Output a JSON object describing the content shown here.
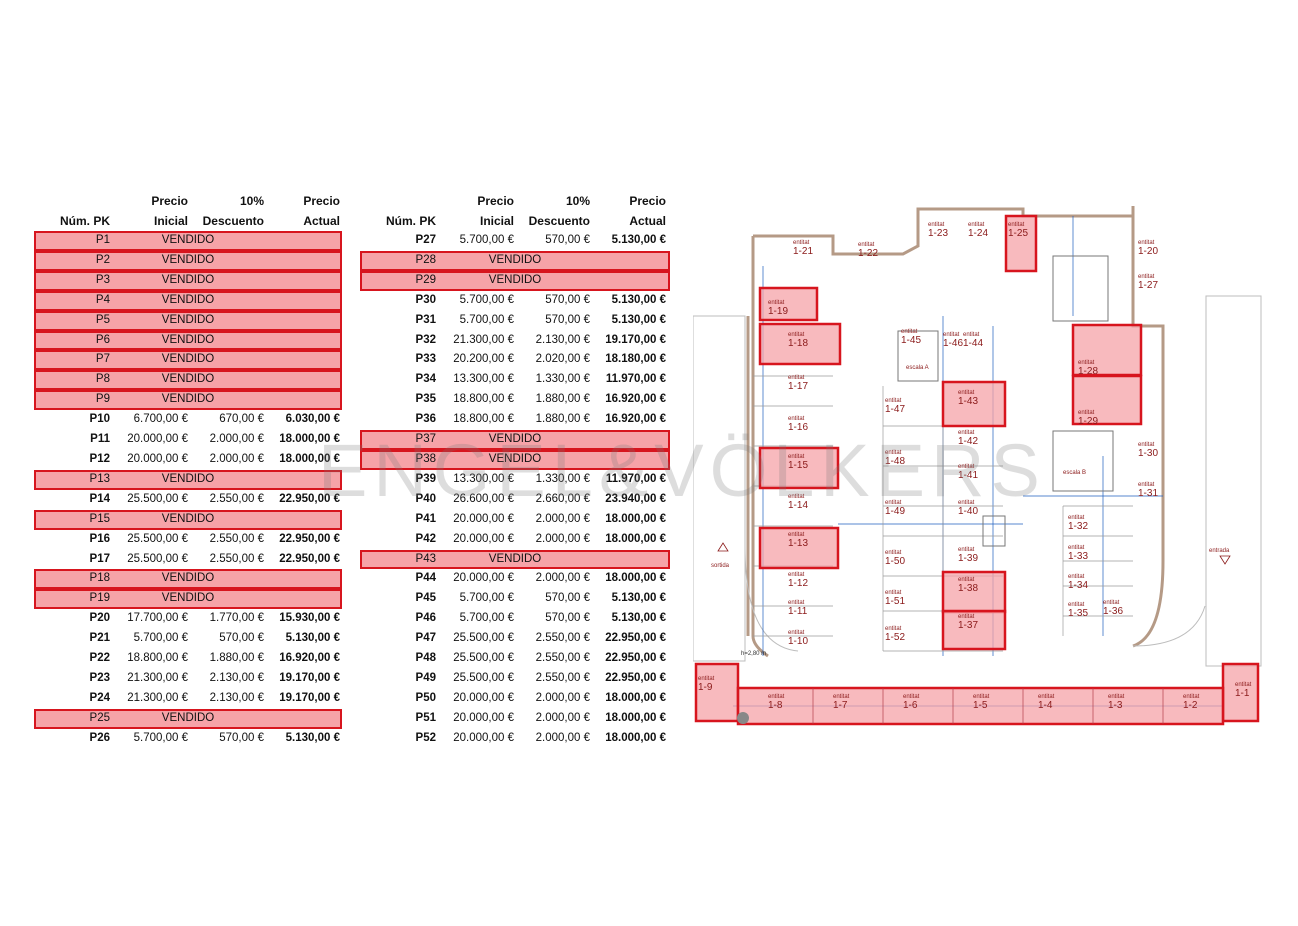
{
  "headers": {
    "num": "Núm. PK",
    "inicial_1": "Precio",
    "inicial_2": "Inicial",
    "descuento_1": "10%",
    "descuento_2": "Descuento",
    "actual_1": "Precio",
    "actual_2": "Actual"
  },
  "sold_label": "VENDIDO",
  "left_rows": [
    {
      "num": "P1",
      "sold": true
    },
    {
      "num": "P2",
      "sold": true
    },
    {
      "num": "P3",
      "sold": true
    },
    {
      "num": "P4",
      "sold": true
    },
    {
      "num": "P5",
      "sold": true
    },
    {
      "num": "P6",
      "sold": true
    },
    {
      "num": "P7",
      "sold": true
    },
    {
      "num": "P8",
      "sold": true
    },
    {
      "num": "P9",
      "sold": true
    },
    {
      "num": "P10",
      "inicial": "6.700,00 €",
      "descuento": "670,00 €",
      "actual": "6.030,00 €"
    },
    {
      "num": "P11",
      "inicial": "20.000,00 €",
      "descuento": "2.000,00 €",
      "actual": "18.000,00 €"
    },
    {
      "num": "P12",
      "inicial": "20.000,00 €",
      "descuento": "2.000,00 €",
      "actual": "18.000,00 €"
    },
    {
      "num": "P13",
      "sold": true
    },
    {
      "num": "P14",
      "inicial": "25.500,00 €",
      "descuento": "2.550,00 €",
      "actual": "22.950,00 €"
    },
    {
      "num": "P15",
      "sold": true
    },
    {
      "num": "P16",
      "inicial": "25.500,00 €",
      "descuento": "2.550,00 €",
      "actual": "22.950,00 €"
    },
    {
      "num": "P17",
      "inicial": "25.500,00 €",
      "descuento": "2.550,00 €",
      "actual": "22.950,00 €"
    },
    {
      "num": "P18",
      "sold": true
    },
    {
      "num": "P19",
      "sold": true
    },
    {
      "num": "P20",
      "inicial": "17.700,00 €",
      "descuento": "1.770,00 €",
      "actual": "15.930,00 €"
    },
    {
      "num": "P21",
      "inicial": "5.700,00 €",
      "descuento": "570,00 €",
      "actual": "5.130,00 €"
    },
    {
      "num": "P22",
      "inicial": "18.800,00 €",
      "descuento": "1.880,00 €",
      "actual": "16.920,00 €"
    },
    {
      "num": "P23",
      "inicial": "21.300,00 €",
      "descuento": "2.130,00 €",
      "actual": "19.170,00 €"
    },
    {
      "num": "P24",
      "inicial": "21.300,00 €",
      "descuento": "2.130,00 €",
      "actual": "19.170,00 €"
    },
    {
      "num": "P25",
      "sold": true
    },
    {
      "num": "P26",
      "inicial": "5.700,00 €",
      "descuento": "570,00 €",
      "actual": "5.130,00 €"
    }
  ],
  "right_rows": [
    {
      "num": "P27",
      "inicial": "5.700,00 €",
      "descuento": "570,00 €",
      "actual": "5.130,00 €"
    },
    {
      "num": "P28",
      "sold": true
    },
    {
      "num": "P29",
      "sold": true
    },
    {
      "num": "P30",
      "inicial": "5.700,00 €",
      "descuento": "570,00 €",
      "actual": "5.130,00 €"
    },
    {
      "num": "P31",
      "inicial": "5.700,00 €",
      "descuento": "570,00 €",
      "actual": "5.130,00 €"
    },
    {
      "num": "P32",
      "inicial": "21.300,00 €",
      "descuento": "2.130,00 €",
      "actual": "19.170,00 €"
    },
    {
      "num": "P33",
      "inicial": "20.200,00 €",
      "descuento": "2.020,00 €",
      "actual": "18.180,00 €"
    },
    {
      "num": "P34",
      "inicial": "13.300,00 €",
      "descuento": "1.330,00 €",
      "actual": "11.970,00 €"
    },
    {
      "num": "P35",
      "inicial": "18.800,00 €",
      "descuento": "1.880,00 €",
      "actual": "16.920,00 €"
    },
    {
      "num": "P36",
      "inicial": "18.800,00 €",
      "descuento": "1.880,00 €",
      "actual": "16.920,00 €"
    },
    {
      "num": "P37",
      "sold": true
    },
    {
      "num": "P38",
      "sold": true
    },
    {
      "num": "P39",
      "inicial": "13.300,00 €",
      "descuento": "1.330,00 €",
      "actual": "11.970,00 €"
    },
    {
      "num": "P40",
      "inicial": "26.600,00 €",
      "descuento": "2.660,00 €",
      "actual": "23.940,00 €"
    },
    {
      "num": "P41",
      "inicial": "20.000,00 €",
      "descuento": "2.000,00 €",
      "actual": "18.000,00 €"
    },
    {
      "num": "P42",
      "inicial": "20.000,00 €",
      "descuento": "2.000,00 €",
      "actual": "18.000,00 €"
    },
    {
      "num": "P43",
      "sold": true
    },
    {
      "num": "P44",
      "inicial": "20.000,00 €",
      "descuento": "2.000,00 €",
      "actual": "18.000,00 €"
    },
    {
      "num": "P45",
      "inicial": "5.700,00 €",
      "descuento": "570,00 €",
      "actual": "5.130,00 €"
    },
    {
      "num": "P46",
      "inicial": "5.700,00 €",
      "descuento": "570,00 €",
      "actual": "5.130,00 €"
    },
    {
      "num": "P47",
      "inicial": "25.500,00 €",
      "descuento": "2.550,00 €",
      "actual": "22.950,00 €"
    },
    {
      "num": "P48",
      "inicial": "25.500,00 €",
      "descuento": "2.550,00 €",
      "actual": "22.950,00 €"
    },
    {
      "num": "P49",
      "inicial": "25.500,00 €",
      "descuento": "2.550,00 €",
      "actual": "22.950,00 €"
    },
    {
      "num": "P50",
      "inicial": "20.000,00 €",
      "descuento": "2.000,00 €",
      "actual": "18.000,00 €"
    },
    {
      "num": "P51",
      "inicial": "20.000,00 €",
      "descuento": "2.000,00 €",
      "actual": "18.000,00 €"
    },
    {
      "num": "P52",
      "inicial": "20.000,00 €",
      "descuento": "2.000,00 €",
      "actual": "18.000,00 €"
    }
  ],
  "watermark": "ENGEL&VÖLKERS",
  "plan": {
    "entitat_word": "entitat",
    "sold_spaces": [
      "1-25",
      "1-19",
      "1-18",
      "1-28",
      "1-29",
      "1-43",
      "1-15",
      "1-13",
      "1-38",
      "1-37",
      "1-9",
      "1-1",
      "1-8",
      "1-7",
      "1-6",
      "1-5",
      "1-4",
      "1-3",
      "1-2"
    ],
    "other_spaces": [
      "1-23",
      "1-24",
      "1-22",
      "1-21",
      "1-20",
      "1-27",
      "1-45",
      "1-46",
      "1-44",
      "1-17",
      "1-16",
      "1-14",
      "1-12",
      "1-11",
      "1-10",
      "1-47",
      "1-48",
      "1-49",
      "1-50",
      "1-51",
      "1-52",
      "1-42",
      "1-41",
      "1-40",
      "1-39",
      "1-30",
      "1-31",
      "1-32",
      "1-33",
      "1-34",
      "1-35",
      "1-36"
    ],
    "stair_a": "escala A",
    "stair_b": "escala B",
    "entry_label": "entrada",
    "exit_label": "sortida",
    "height_label": "h=2,80 m"
  },
  "colors": {
    "sold_fill": "#f6a3a8",
    "sold_border": "#d7151e",
    "plan_label": "#8b1a1a",
    "wall": "#b59a86",
    "dim_line": "#1f5fbf"
  }
}
